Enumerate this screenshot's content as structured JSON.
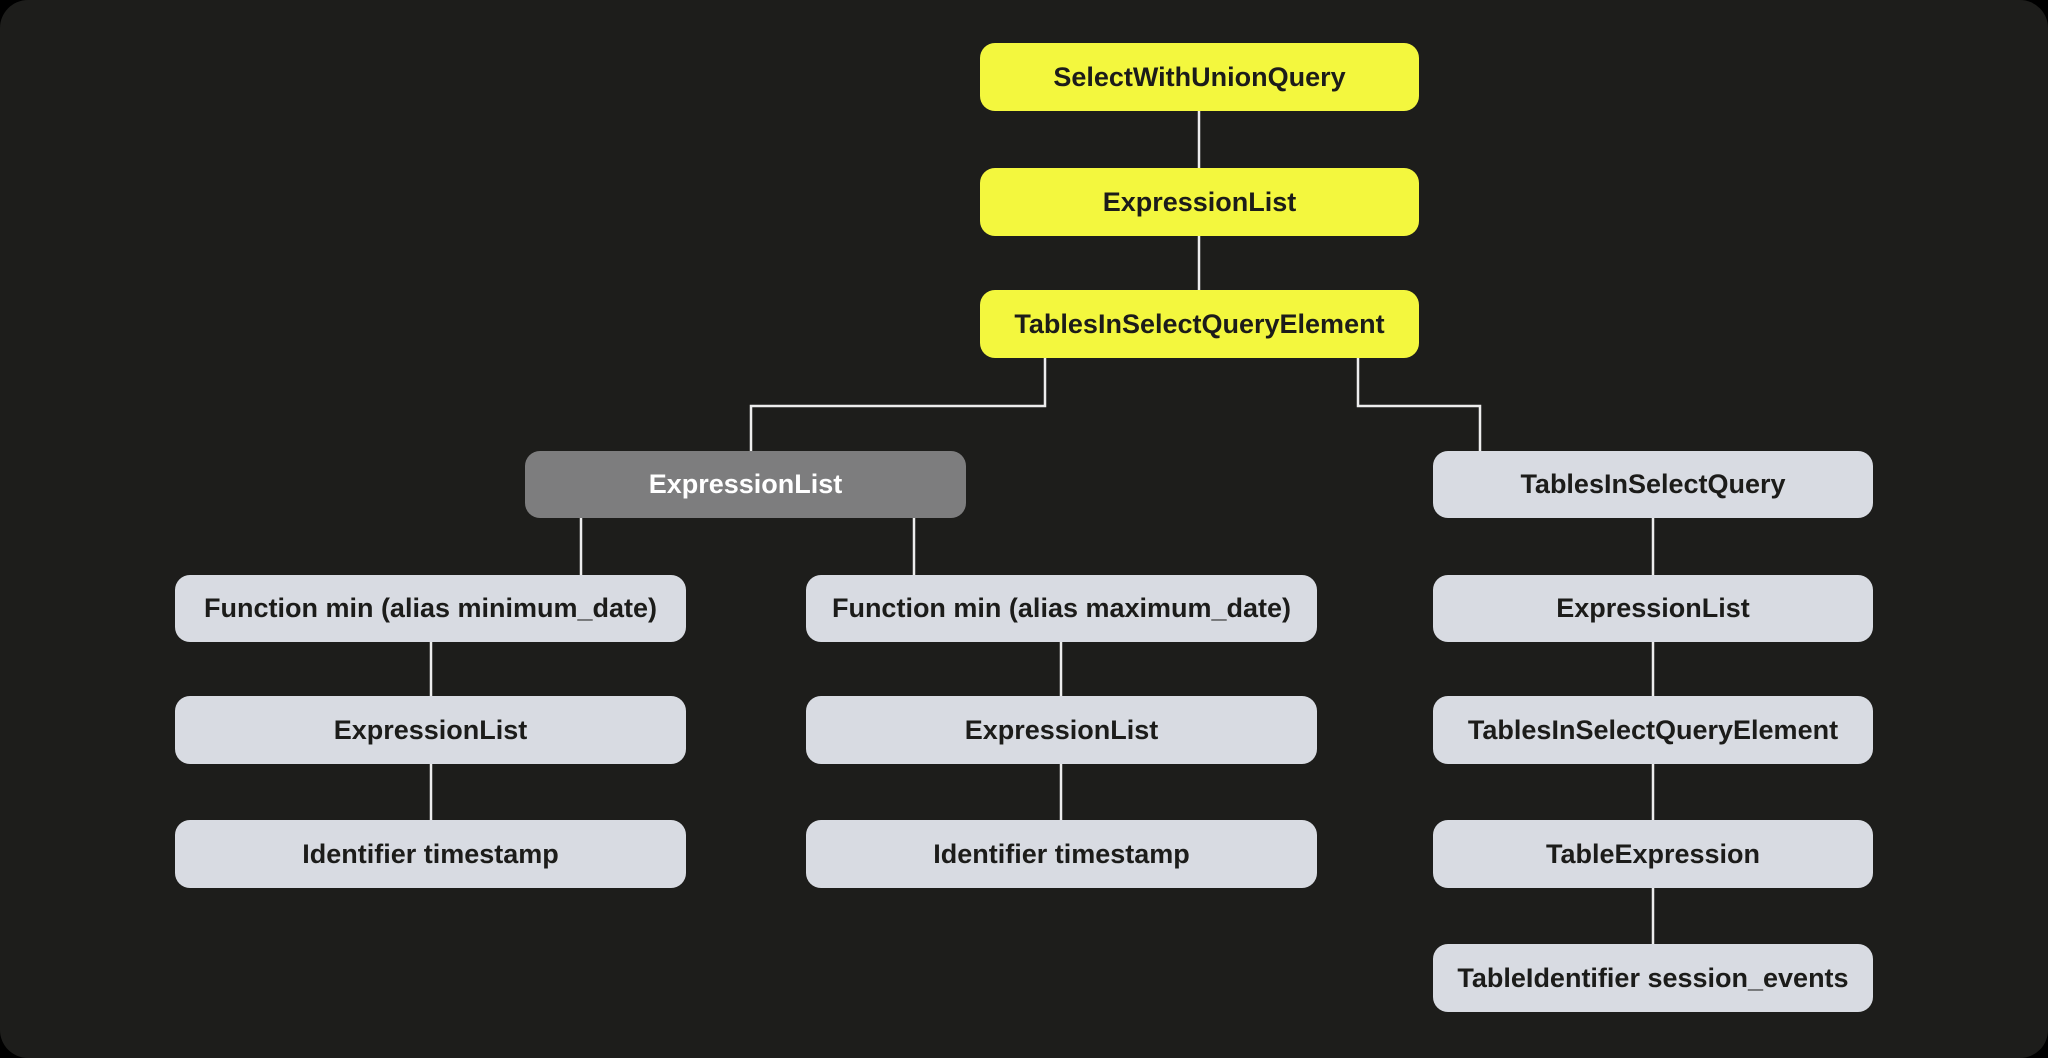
{
  "diagram": {
    "title": "SQL AST tree",
    "type": "tree-diagram"
  },
  "colors": {
    "bg": "#1d1d1b",
    "yellow": "#f3f73e",
    "light": "#d8dbe2",
    "selected": "#7d7d7e",
    "line": "#ededed",
    "text_dark": "#1c1c1a",
    "text_light": "#ffffff"
  },
  "nodes": {
    "select_with_union_query": {
      "label": "SelectWithUnionQuery",
      "state": "highlighted"
    },
    "expression_list_top": {
      "label": "ExpressionList",
      "state": "highlighted"
    },
    "tables_in_select_query_element_top": {
      "label": "TablesInSelectQueryElement",
      "state": "highlighted"
    },
    "expression_list_selected": {
      "label": "ExpressionList",
      "state": "selected"
    },
    "tables_in_select_query": {
      "label": "TablesInSelectQuery",
      "state": "default"
    },
    "function_min_minimum_date": {
      "label": "Function min (alias minimum_date)",
      "state": "default"
    },
    "function_min_maximum_date": {
      "label": "Function min (alias maximum_date)",
      "state": "default"
    },
    "expression_list_right": {
      "label": "ExpressionList",
      "state": "default"
    },
    "expression_list_left": {
      "label": "ExpressionList",
      "state": "default"
    },
    "expression_list_mid": {
      "label": "ExpressionList",
      "state": "default"
    },
    "tables_in_select_query_element_right": {
      "label": "TablesInSelectQueryElement",
      "state": "default"
    },
    "identifier_timestamp_left": {
      "label": "Identifier timestamp",
      "state": "default"
    },
    "identifier_timestamp_mid": {
      "label": "Identifier timestamp",
      "state": "default"
    },
    "table_expression": {
      "label": "TableExpression",
      "state": "default"
    },
    "table_identifier_session_events": {
      "label": "TableIdentifier session_events",
      "state": "default"
    }
  },
  "edges": [
    "SelectWithUnionQuery -> ExpressionList",
    "ExpressionList -> TablesInSelectQueryElement",
    "TablesInSelectQueryElement -> ExpressionList (selected)",
    "TablesInSelectQueryElement -> TablesInSelectQuery",
    "ExpressionList (selected) -> Function min (alias minimum_date)",
    "ExpressionList (selected) -> Function min (alias maximum_date)",
    "Function min (alias minimum_date) -> ExpressionList",
    "ExpressionList -> Identifier timestamp",
    "Function min (alias maximum_date) -> ExpressionList",
    "ExpressionList -> Identifier timestamp",
    "TablesInSelectQuery -> ExpressionList",
    "ExpressionList -> TablesInSelectQueryElement",
    "TablesInSelectQueryElement -> TableExpression",
    "TableExpression -> TableIdentifier session_events"
  ]
}
